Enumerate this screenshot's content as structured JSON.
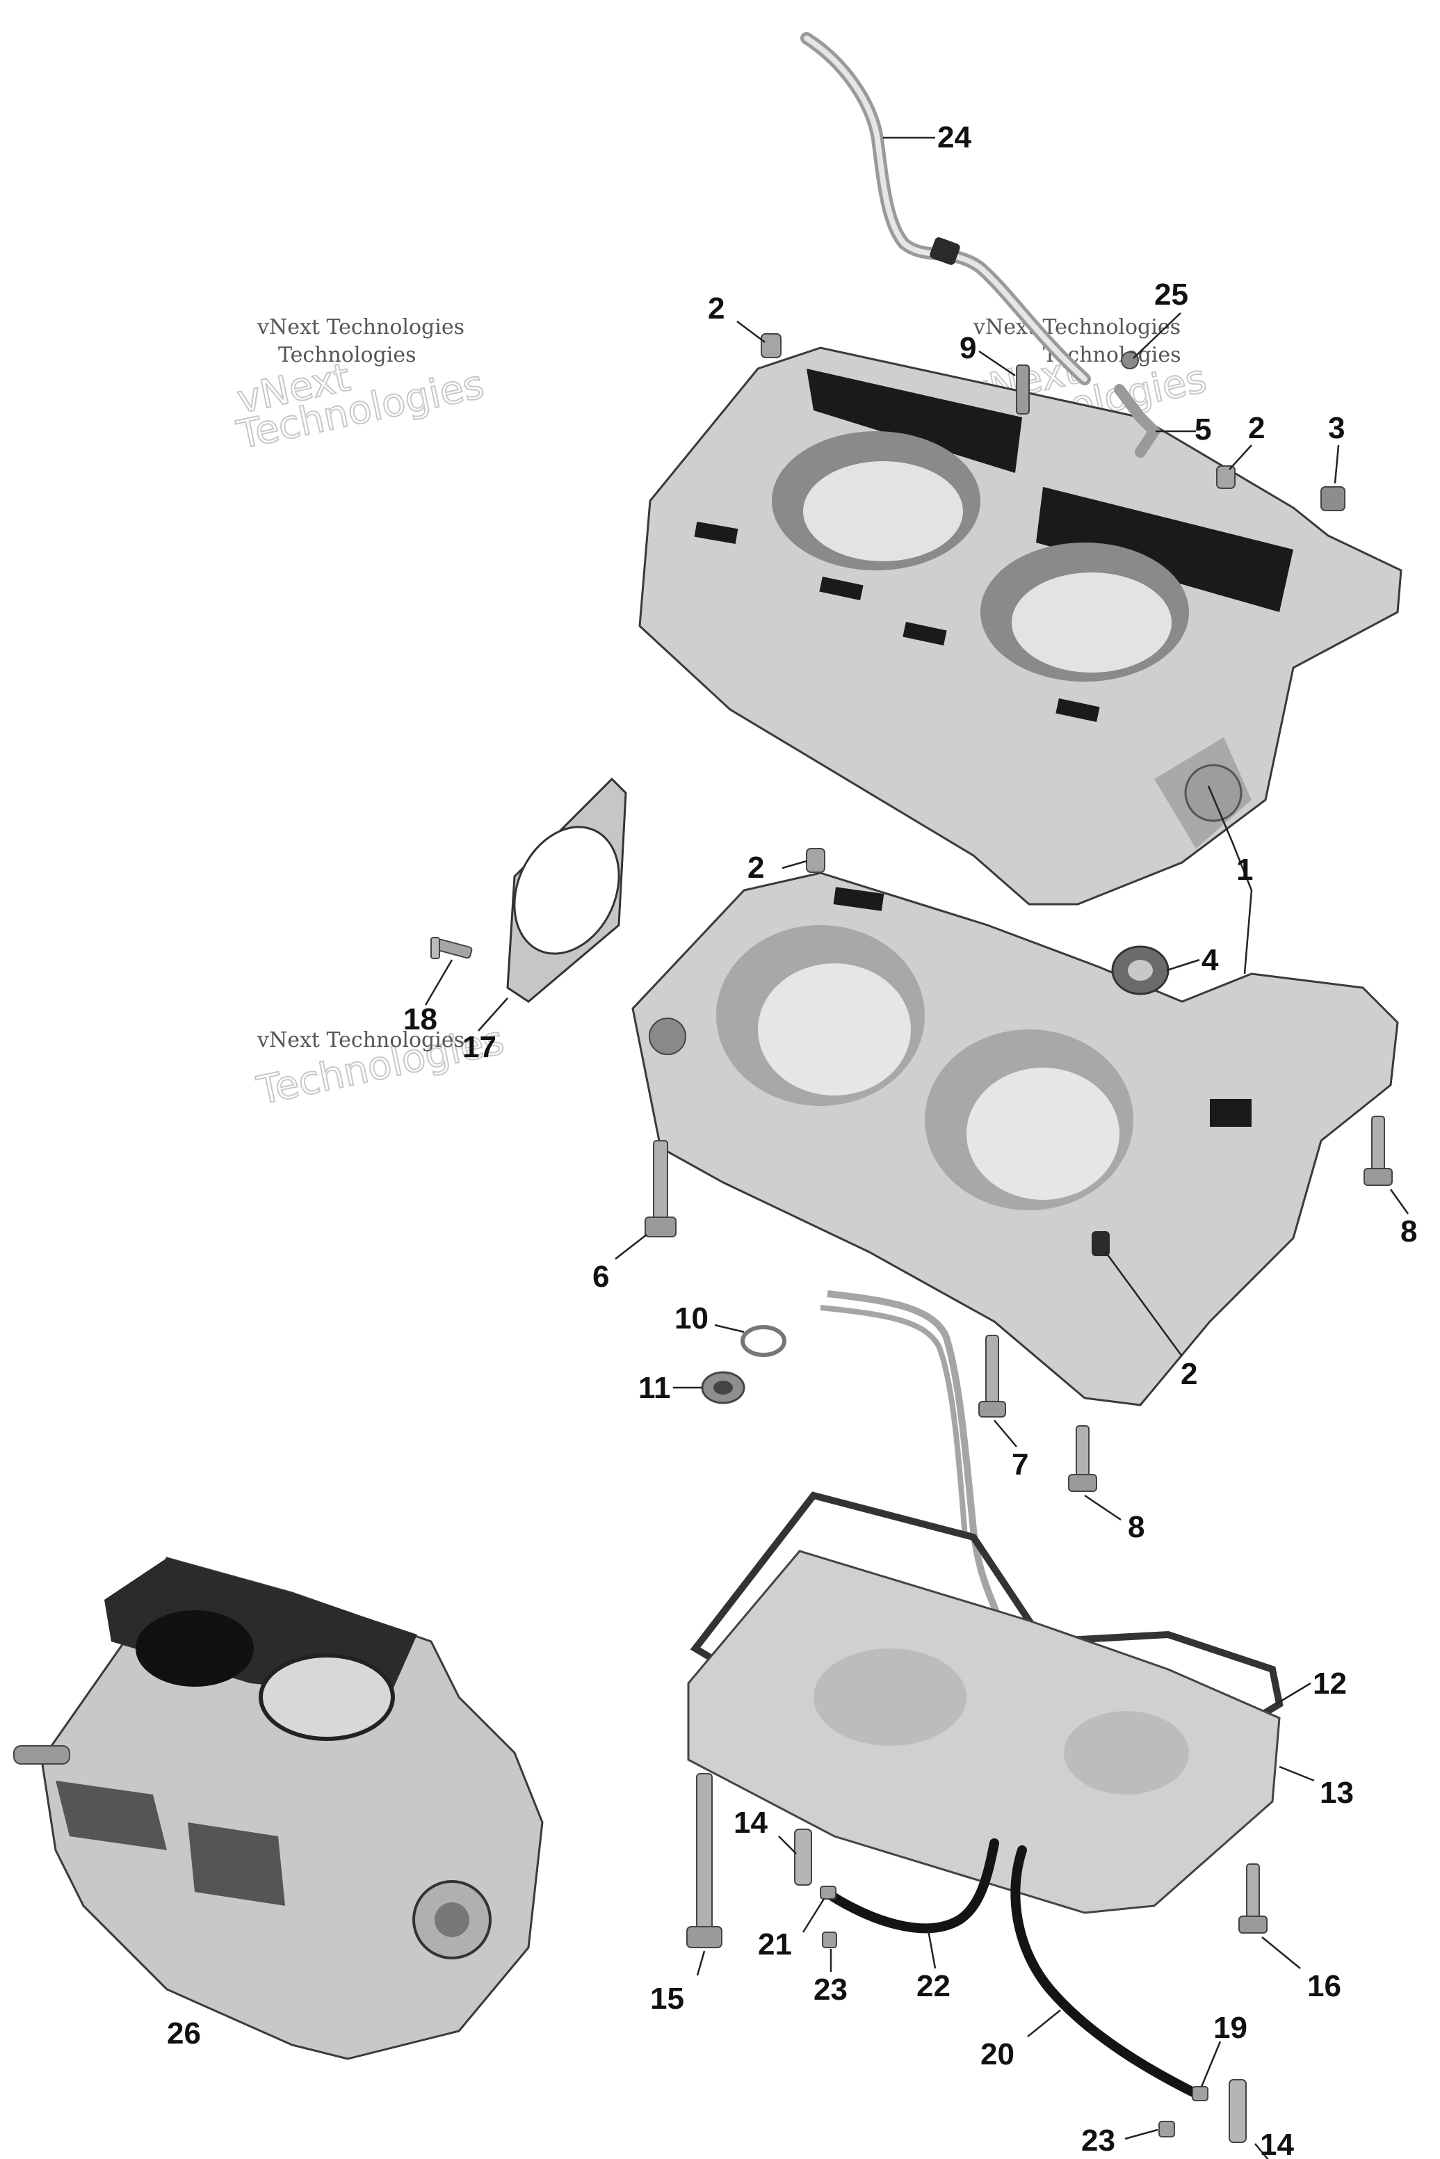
{
  "callouts": {
    "c24": "24",
    "c25": "25",
    "c2a": "2",
    "c9": "9",
    "c5": "5",
    "c2b": "2",
    "c3": "3",
    "c2c": "2",
    "c1": "1",
    "c4": "4",
    "c18": "18",
    "c17": "17",
    "c6": "6",
    "c8a": "8",
    "c10": "10",
    "c2d": "2",
    "c11": "11",
    "c7": "7",
    "c8b": "8",
    "c12": "12",
    "c13": "13",
    "c14a": "14",
    "c21": "21",
    "c23a": "23",
    "c22": "22",
    "c15": "15",
    "c16": "16",
    "c20": "20",
    "c19": "19",
    "c23b": "23",
    "c14b": "14",
    "c26": "26"
  },
  "watermark": {
    "line1": "vNext Technologies",
    "line2": "vNext",
    "line3": "Technologies"
  },
  "colors": {
    "part_fill": "#cfcfcf",
    "part_dark": "#8a8a8a",
    "gasket": "#1a1a1a",
    "hose": "#141414"
  }
}
